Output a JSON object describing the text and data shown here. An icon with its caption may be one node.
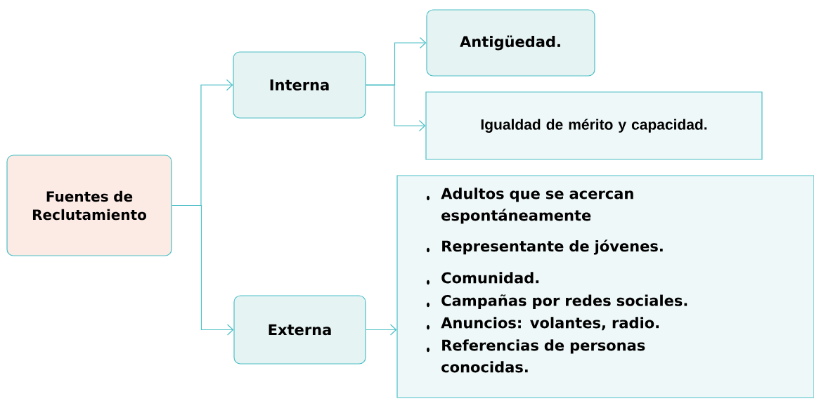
{
  "diagram": {
    "nodes": [
      {
        "text": [
          "Fuentes de Reclutamiento"
        ]
      },
      {
        "text": [
          "Interna"
        ]
      },
      {
        "text": [
          "Antigüedad."
        ]
      },
      {
        "text": [
          "Igualdad de mérito y capacidad."
        ]
      },
      {
        "text": [
          "Externa"
        ]
      },
      {
        "text": [
          "Adultos que se acercan espontáneamente",
          "Representante de jóvenes.",
          "Comunidad.",
          "Campañas por redes sociales.",
          "Anuncios: volantes, radio.",
          "Referencias de personas conocidas."
        ]
      }
    ],
    "edges": [
      {
        "from": 0,
        "to": 1,
        "arrow": "to"
      },
      {
        "from": 0,
        "to": 4,
        "arrow": "to"
      },
      {
        "from": 1,
        "to": 2,
        "arrow": "to"
      },
      {
        "from": 1,
        "to": 3,
        "arrow": "to"
      },
      {
        "from": 4,
        "to": 5,
        "arrow": "to"
      }
    ]
  }
}
